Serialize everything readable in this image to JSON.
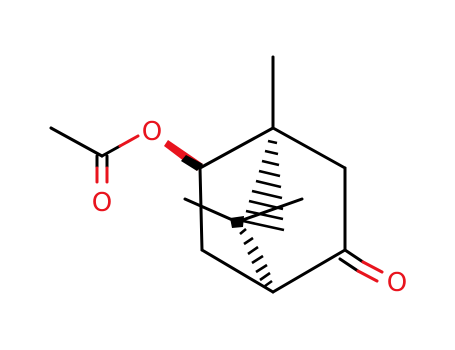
{
  "molecule": {
    "atom_labels": {
      "ester_oxygen": "O",
      "carbonyl_oxygen_acetyl": "O",
      "ketone_oxygen": "O"
    },
    "colors": {
      "bond": "#000000",
      "oxygen": "#e8141e",
      "background": "#ffffff"
    },
    "stereo": {
      "wedge_to_ester_oxygen": "solid-wedge",
      "bridge_bonds": "hashed-wedge"
    }
  }
}
